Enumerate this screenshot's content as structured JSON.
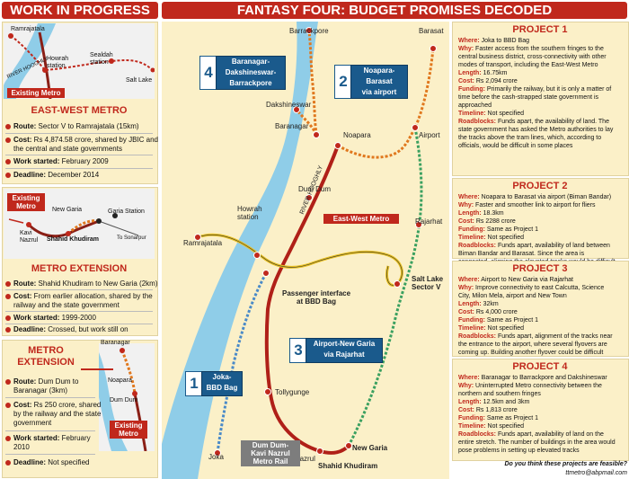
{
  "left": {
    "header": "WORK IN PROGRESS",
    "panel1": {
      "map_labels": {
        "ramrajatala": "Ramrajatala",
        "howrah": "Howrah\nstation",
        "sealdah": "Sealdah\nstation",
        "saltlake": "Salt Lake",
        "river": "RIVER HOOGHLY"
      },
      "existing_metro": "Existing Metro",
      "title": "EAST-WEST METRO",
      "route_k": "Route:",
      "route_v": " Sector V to Ramrajatala (15km)",
      "cost_k": "Cost:",
      "cost_v": " Rs 4,874.58 crore, shared by JBIC and the central and state governments",
      "work_k": "Work started:",
      "work_v": " February 2009",
      "dead_k": "Deadline:",
      "dead_v": " December 2014"
    },
    "panel2": {
      "existing_metro": "Existing\nMetro",
      "map_labels": {
        "newgaria": "New Garia",
        "gariastation": "Garia Station",
        "kavi": "Kavi\nNazrul",
        "shahid": "Shahid Khudiram",
        "sonarpur": "To Sonarpur"
      },
      "title": "METRO EXTENSION",
      "route_k": "Route:",
      "route_v": " Shahid Khudiram to New Garia (2km)",
      "cost_k": "Cost:",
      "cost_v": " From earlier allocation, shared by the railway and the state government",
      "work_k": "Work started:",
      "work_v": " 1999-2000",
      "dead_k": "Deadline:",
      "dead_v": " Crossed, but work still on"
    },
    "panel3": {
      "title": "METRO\nEXTENSION",
      "map_labels": {
        "baranagar": "Baranagar",
        "noapara": "Noapara",
        "dumdum": "Dum Dum"
      },
      "existing_metro": "Existing\nMetro",
      "route_k": "Route:",
      "route_v": " Dum Dum to Baranagar (3km)",
      "cost_k": "Cost:",
      "cost_v": " Rs 250 crore, shared by the railway and the state government",
      "work_k": "Work started:",
      "work_v": " February 2010",
      "dead_k": "Deadline:",
      "dead_v": " Not specified"
    }
  },
  "main": {
    "header": "FANTASY FOUR: BUDGET PROMISES DECODED",
    "map_labels": {
      "barrackpore": "Barrackpore",
      "barasat": "Barasat",
      "dakshineswar": "Dakshineswar",
      "baranagar": "Baranagar",
      "noapara": "Noapara",
      "airport": "Airport",
      "dumdum": "Dum Dum",
      "howrah": "Howrah\nstation",
      "river": "RIVER HOOGHLY",
      "rajarhat": "Rajarhat",
      "ramrajatala": "Ramrajatala",
      "saltlake": "Salt Lake\nSector V",
      "interface": "Passenger interface\nat BBD Bag",
      "tollygunge": "Tollygunge",
      "newgaria": "New Garia",
      "kavi": "Kavi Nazrul",
      "shahid": "Shahid Khudiram",
      "joka": "Joka"
    },
    "eastwest_tag": "East-West Metro",
    "metro_rail_tag": "Dum Dum-\nKavi Nazrul\nMetro Rail",
    "projects": [
      {
        "num": "1",
        "label": "Joka-\nBBD Bag"
      },
      {
        "num": "2",
        "label": "Noapara-\nBarasat\nvia airport"
      },
      {
        "num": "3",
        "label": "Airport-New Garia\nvia Rajarhat"
      },
      {
        "num": "4",
        "label": "Baranagar-\nDakshineswar-\nBarrackpore"
      }
    ]
  },
  "right": {
    "p1": {
      "title": "PROJECT 1",
      "where_k": "Where:",
      "where_v": " Joka to BBD Bag",
      "why_k": "Why:",
      "why_v": " Faster access from the southern fringes to the central business district, cross-connectivity with other modes of transport, including the East-West Metro",
      "len_k": "Length:",
      "len_v": " 16.75km",
      "cost_k": "Cost:",
      "cost_v": " Rs 2,094 crore",
      "fund_k": "Funding:",
      "fund_v": " Primarily the railway, but it is only a matter of time before the cash-strapped state government is approached",
      "time_k": "Timeline:",
      "time_v": " Not specified",
      "road_k": "Roadblocks:",
      "road_v": " Funds apart, the availability of land. The state government has asked the Metro authorities to lay the tracks above the tram lines, which, according to officials, would be difficult in some places"
    },
    "p2": {
      "title": "PROJECT 2",
      "where_k": "Where:",
      "where_v": " Noapara to Barasat via airport (Biman Bandar)",
      "why_k": "Why:",
      "why_v": " Faster and smoother link to airport for fliers",
      "len_k": "Length:",
      "len_v": " 18.3km",
      "cost_k": "Cost:",
      "cost_v": " Rs 2288 crore",
      "fund_k": "Funding:",
      "fund_v": " Same as Project 1",
      "time_k": "Timeline:",
      "time_v": " Not specified",
      "road_k": "Roadblocks:",
      "road_v": " Funds apart, availability of land between Biman Bandar and Barasat. Since the area is congested, aligning the elevated tracks would be difficult"
    },
    "p3": {
      "title": "PROJECT 3",
      "where_k": "Where:",
      "where_v": " Airport to New Garia via Rajarhat",
      "why_k": "Why:",
      "why_v": " Improve connectivity to east Calcutta, Science City, Milon Mela, airport and New Town",
      "len_k": "Length:",
      "len_v": " 32km",
      "cost_k": "Cost:",
      "cost_v": " Rs 4,000 crore",
      "fund_k": "Funding:",
      "fund_v": " Same as Project 1",
      "time_k": "Timeline:",
      "time_v": " Not specified",
      "road_k": "Roadblocks:",
      "road_v": " Funds apart, alignment of the tracks near the entrance to the airport, where several flyovers are coming up. Building another flyover could be difficult"
    },
    "p4": {
      "title": "PROJECT 4",
      "where_k": "Where:",
      "where_v": " Baranagar to Barrackpore and Dakshineswar",
      "why_k": "Why:",
      "why_v": " Uninterrupted Metro connectivity between the northern and southern fringes",
      "len_k": "Length:",
      "len_v": " 12.5km and 3km",
      "cost_k": "Cost:",
      "cost_v": " Rs 1,813 crore",
      "fund_k": "Funding:",
      "fund_v": " Same as Project 1",
      "time_k": "Timeline:",
      "time_v": " Not specified",
      "road_k": "Roadblocks:",
      "road_v": " Funds apart, availability of land on the entire stretch. The number of buildings in the area would pose problems in setting up elevated tracks"
    },
    "footer_q": "Do you think these projects are feasible?",
    "footer_mail": "ttmetro@abpmail.com"
  }
}
